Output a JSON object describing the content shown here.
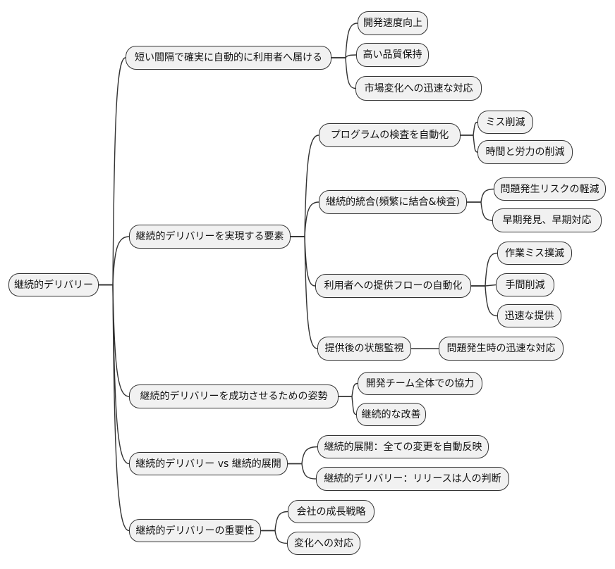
{
  "diagram": {
    "type": "mindmap",
    "root_label": "継続的デリバリー",
    "colors": {
      "background": "#ffffff",
      "node_fill": "#f1f1f1",
      "node_border": "#333333",
      "edge": "#333333",
      "text": "#111111"
    },
    "nodes": [
      {
        "id": "root",
        "parent": null,
        "label": "継続的デリバリー"
      },
      {
        "id": "deliver",
        "parent": "root",
        "label": "短い間隔で確実に自動的に利用者へ届ける"
      },
      {
        "id": "dev-speed",
        "parent": "deliver",
        "label": "開発速度向上"
      },
      {
        "id": "quality",
        "parent": "deliver",
        "label": "高い品質保持"
      },
      {
        "id": "market",
        "parent": "deliver",
        "label": "市場変化への迅速な対応"
      },
      {
        "id": "elements",
        "parent": "root",
        "label": "継続的デリバリーを実現する要素"
      },
      {
        "id": "auto-test",
        "parent": "elements",
        "label": "プログラムの検査を自動化"
      },
      {
        "id": "miss-reduce",
        "parent": "auto-test",
        "label": "ミス削減"
      },
      {
        "id": "time-effort",
        "parent": "auto-test",
        "label": "時間と労力の削減"
      },
      {
        "id": "ci",
        "parent": "elements",
        "label": "継続的統合(頻繁に結合&検査)"
      },
      {
        "id": "risk-reduce",
        "parent": "ci",
        "label": "問題発生リスクの軽減"
      },
      {
        "id": "early",
        "parent": "ci",
        "label": "早期発見、早期対応"
      },
      {
        "id": "flow-auto",
        "parent": "elements",
        "label": "利用者への提供フローの自動化"
      },
      {
        "id": "work-miss",
        "parent": "flow-auto",
        "label": "作業ミス撲滅"
      },
      {
        "id": "effort-reduce",
        "parent": "flow-auto",
        "label": "手間削減"
      },
      {
        "id": "rapid",
        "parent": "flow-auto",
        "label": "迅速な提供"
      },
      {
        "id": "monitoring",
        "parent": "elements",
        "label": "提供後の状態監視"
      },
      {
        "id": "rapid-response",
        "parent": "monitoring",
        "label": "問題発生時の迅速な対応"
      },
      {
        "id": "attitude",
        "parent": "root",
        "label": "継続的デリバリーを成功させるための姿勢"
      },
      {
        "id": "team",
        "parent": "attitude",
        "label": "開発チーム全体での協力"
      },
      {
        "id": "improve",
        "parent": "attitude",
        "label": "継続的な改善"
      },
      {
        "id": "vs",
        "parent": "root",
        "label": "継続的デリバリー vs 継続的展開"
      },
      {
        "id": "cd-deploy",
        "parent": "vs",
        "label": "継続的展開：全ての変更を自動反映"
      },
      {
        "id": "cd-delivery",
        "parent": "vs",
        "label": "継続的デリバリー：リリースは人の判断"
      },
      {
        "id": "importance",
        "parent": "root",
        "label": "継続的デリバリーの重要性"
      },
      {
        "id": "growth",
        "parent": "importance",
        "label": "会社の成長戦略"
      },
      {
        "id": "change",
        "parent": "importance",
        "label": "変化への対応"
      }
    ]
  }
}
